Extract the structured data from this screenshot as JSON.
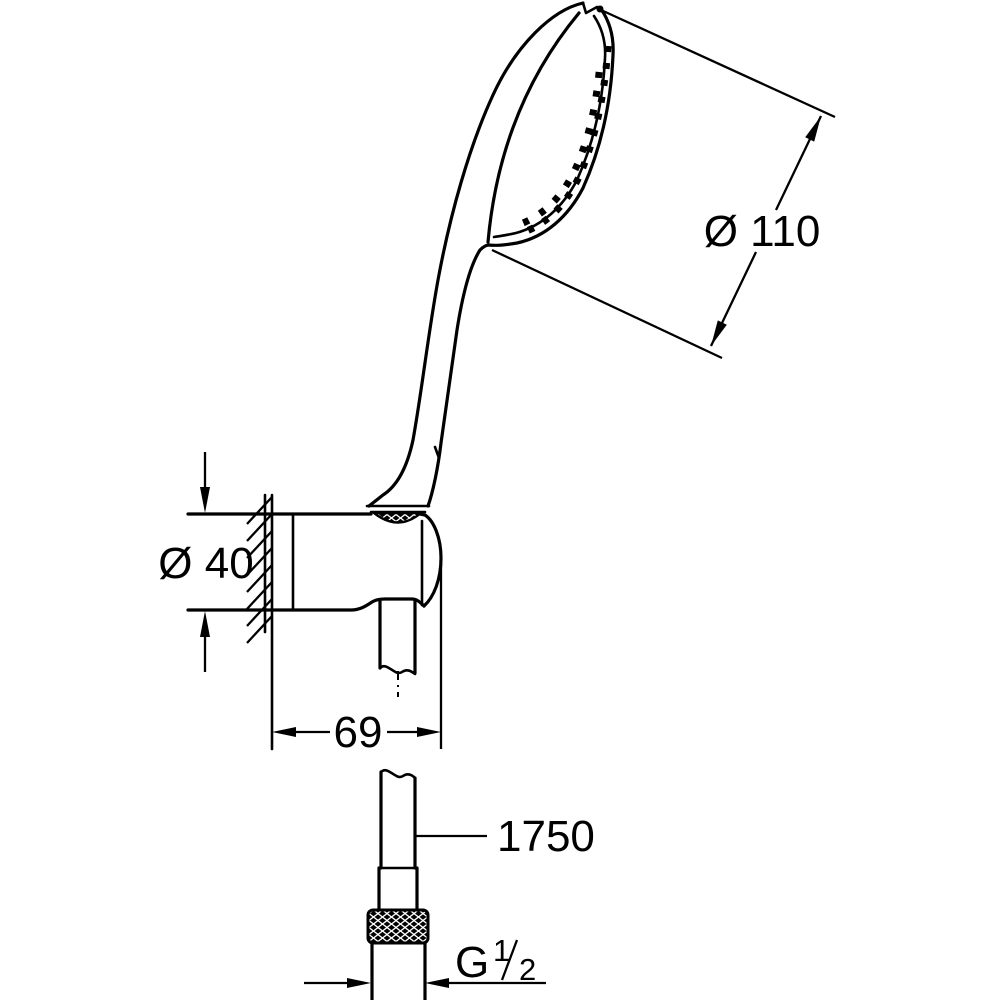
{
  "dims": {
    "head_diameter": "Ø 110",
    "holder_diameter": "Ø 40",
    "holder_depth": "69",
    "hose_length": "1750",
    "thread_prefix": "G",
    "thread_numerator": "1",
    "thread_denominator": "2"
  },
  "colors": {
    "line": "#000000",
    "background": "#ffffff"
  }
}
